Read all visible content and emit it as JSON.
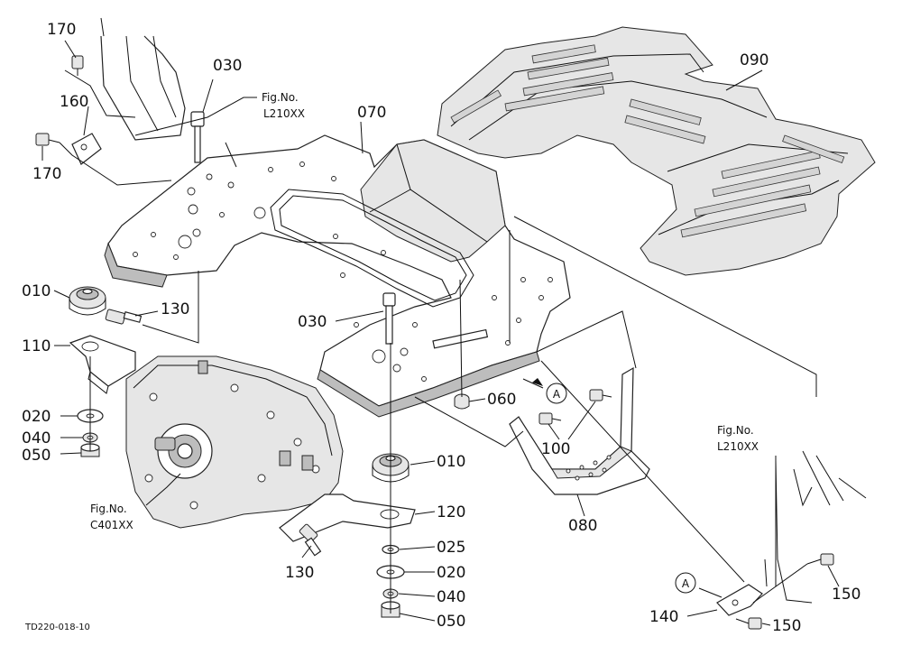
{
  "callouts": {
    "c170a": "170",
    "c170b": "170",
    "c160": "160",
    "c030a": "030",
    "c030b": "030",
    "c070": "070",
    "c090": "090",
    "c010a": "010",
    "c010b": "010",
    "c130a": "130",
    "c130b": "130",
    "c110": "110",
    "c020a": "020",
    "c020b": "020",
    "c040a": "040",
    "c040b": "040",
    "c050a": "050",
    "c050b": "050",
    "c060": "060",
    "c100": "100",
    "c080": "080",
    "c120": "120",
    "c025": "025",
    "c140": "140",
    "c150a": "150",
    "c150b": "150"
  },
  "refs": {
    "fig_top_label": "Fig.No.",
    "fig_top_code": "L210XX",
    "fig_right_label": "Fig.No.",
    "fig_right_code": "L210XX",
    "fig_trans_label": "Fig.No.",
    "fig_trans_code": "C401XX"
  },
  "markers": {
    "view_a_1": "A",
    "view_a_2": "A"
  },
  "drawing_id": "TD220-018-10"
}
